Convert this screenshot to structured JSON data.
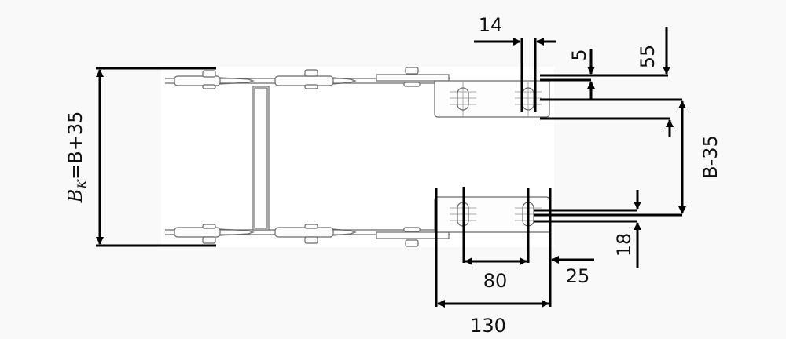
{
  "drawing": {
    "title": "Mounting bracket dimensions",
    "dimensions": {
      "bk_prefix": "B",
      "bk_subscript": "K",
      "bk_formula": "=B+35",
      "d14": "14",
      "d5": "5",
      "d55": "55",
      "b_minus_35": "B-35",
      "d18": "18",
      "d80": "80",
      "d25": "25",
      "d130": "130"
    },
    "colors": {
      "line": "#000000",
      "part": "#6a6a6a",
      "background": "#f9f9f9"
    }
  }
}
